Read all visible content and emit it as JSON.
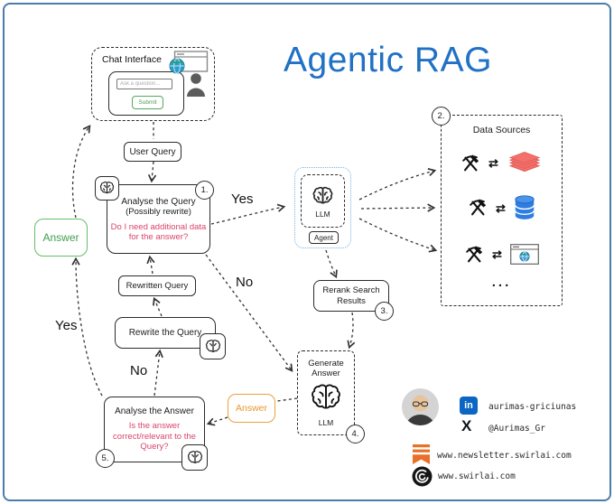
{
  "title": "Agentic RAG",
  "colors": {
    "title_blue": "#2171c4",
    "question_red": "#d9446e",
    "answer_green": "#3fa04d",
    "answer_orange": "#e8972c",
    "agent_border_blue": "#7ab2e0",
    "linkedin_blue": "#0a66c2",
    "substack_orange": "#e8702a",
    "stack_red": "#f4716b",
    "database_blue": "#2e7de0"
  },
  "chat_interface": {
    "label": "Chat Interface",
    "input_placeholder": "Ask a question...",
    "submit_label": "Submit"
  },
  "flow": {
    "user_query": "User Query",
    "analyse_query": {
      "step": "1.",
      "title": "Analyse the Query",
      "subtitle": "(Possibly rewrite)",
      "question": "Do I need additional data for the answer?"
    },
    "answer_to_user": "Answer",
    "rewritten_query": "Rewritten Query",
    "rewrite_query": "Rewrite the Query",
    "analyse_answer": {
      "step": "5.",
      "title": "Analyse the Answer",
      "question": "Is the answer correct/relevant to the Query?"
    },
    "generated_answer": "Answer",
    "llm_agent": {
      "llm": "LLM",
      "agent": "Agent"
    },
    "rerank": {
      "step": "3.",
      "title": "Rerank Search Results"
    },
    "generate_answer": {
      "step": "4.",
      "title": "Generate Answer",
      "llm": "LLM"
    },
    "data_sources": {
      "step": "2.",
      "title": "Data Sources",
      "ellipsis": "..."
    }
  },
  "edge_labels": {
    "yes_to_llm": "Yes",
    "no_to_generate": "No",
    "no_to_rewrite": "No",
    "yes_to_answer": "Yes"
  },
  "icons": {
    "swap_arrows": "⇄",
    "linkedin": "in",
    "x": "X"
  },
  "social": {
    "linkedin_handle": "aurimas-griciunas",
    "x_handle": "@Aurimas_Gr",
    "newsletter_url": "www.newsletter.swirlai.com",
    "website_url": "www.swirlai.com"
  }
}
